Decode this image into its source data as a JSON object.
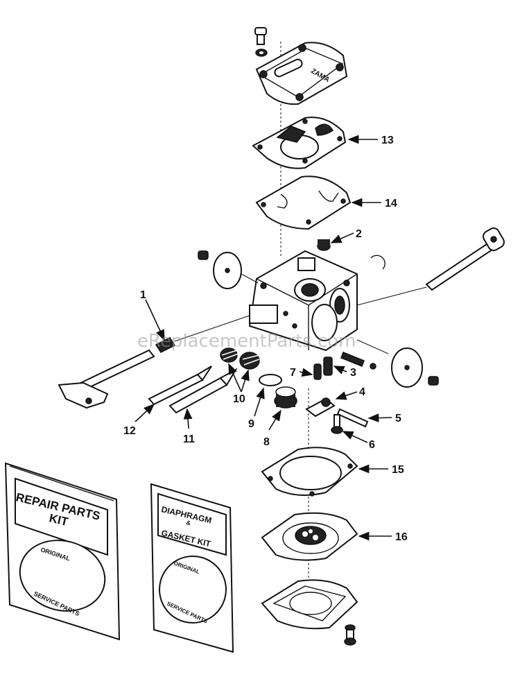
{
  "watermark": "eReplacementParts.com",
  "cover_text": "ZAMA",
  "callouts": [
    {
      "id": "1",
      "label": "1"
    },
    {
      "id": "2",
      "label": "2"
    },
    {
      "id": "3",
      "label": "3"
    },
    {
      "id": "4",
      "label": "4"
    },
    {
      "id": "5",
      "label": "5"
    },
    {
      "id": "6",
      "label": "6"
    },
    {
      "id": "7",
      "label": "7"
    },
    {
      "id": "8",
      "label": "8"
    },
    {
      "id": "9",
      "label": "9"
    },
    {
      "id": "10",
      "label": "10"
    },
    {
      "id": "11",
      "label": "11"
    },
    {
      "id": "12",
      "label": "12"
    },
    {
      "id": "13",
      "label": "13"
    },
    {
      "id": "14",
      "label": "14"
    },
    {
      "id": "15",
      "label": "15"
    },
    {
      "id": "16",
      "label": "16"
    }
  ],
  "kits": {
    "repair": {
      "line1": "REPAIR PARTS",
      "line2": "KIT",
      "seal_top": "ORIGINAL",
      "seal_bottom": "SERVICE PARTS"
    },
    "diaphragm": {
      "line1": "DIAPHRAGM",
      "line2": "&",
      "line3": "GASKET KIT",
      "seal_top": "ORIGINAL",
      "seal_bottom": "SERVICE PARTS"
    }
  }
}
